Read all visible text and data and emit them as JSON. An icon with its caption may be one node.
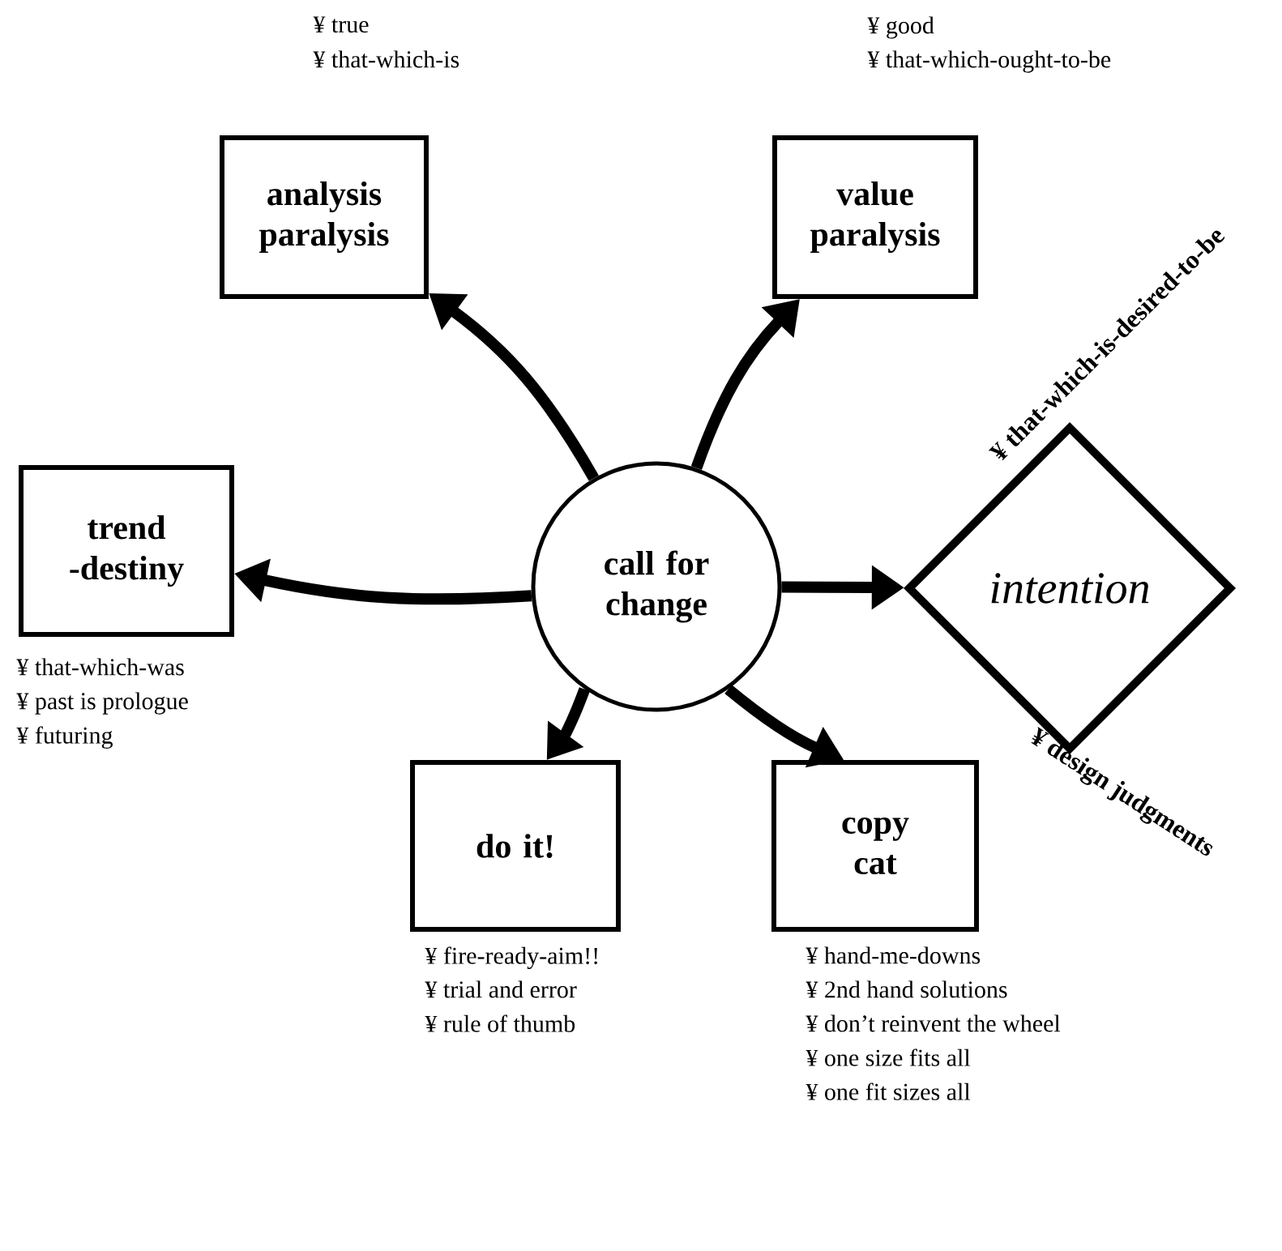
{
  "diagram": {
    "nodes": [
      {
        "text": [
          "call for change"
        ]
      },
      {
        "text": [
          "analysis paralysis"
        ],
        "beside": [
          "¥ true",
          "¥ that-which-is"
        ]
      },
      {
        "text": [
          "value paralysis"
        ],
        "beside": [
          "¥ good",
          "¥ that-which-ought-to-be"
        ]
      },
      {
        "text": [
          "trend -destiny"
        ],
        "beside": [
          "¥ that-which-was",
          "¥ past is prologue",
          "¥ futuring"
        ]
      },
      {
        "text": [
          "intention"
        ],
        "beside": [
          "¥ that-which-is-desired-to-be",
          "¥ design judgments"
        ]
      },
      {
        "text": [
          "do it!"
        ],
        "beside": [
          "¥ fire-ready-aim!!",
          "¥ trial and error",
          "¥ rule of thumb"
        ]
      },
      {
        "text": [
          "copy cat"
        ],
        "beside": [
          "¥ hand-me-downs",
          "¥ 2nd hand solutions",
          "¥ don’t reinvent the wheel",
          "¥ one size fits all",
          "¥ one fit sizes all"
        ]
      }
    ],
    "edges": [
      {
        "from": 0,
        "to": 1,
        "arrow": "to"
      },
      {
        "from": 0,
        "to": 2,
        "arrow": "to"
      },
      {
        "from": 0,
        "to": 3,
        "arrow": "to"
      },
      {
        "from": 0,
        "to": 4,
        "arrow": "to"
      },
      {
        "from": 0,
        "to": 5,
        "arrow": "to"
      },
      {
        "from": 0,
        "to": 6,
        "arrow": "to"
      }
    ]
  }
}
